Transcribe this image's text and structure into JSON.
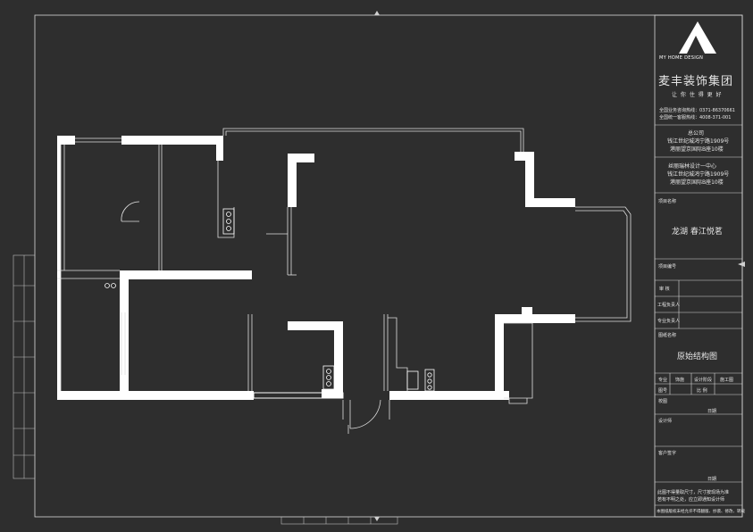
{
  "title_block": {
    "logo_text": "MY HOME DESIGN",
    "company": "麦丰装饰集团",
    "slogan": "让 你 住 得 更 好",
    "hotline1": "全国业务咨询热线：0371-86370661",
    "hotline2": "全国统一客服热线：4008-371-001",
    "hq_title": "总公司",
    "hq_addr1": "钱江世纪城鸿宁路1909号",
    "hq_addr2": "港丽望京国际B座10楼",
    "branch_title": "丝丽瑞林设计一中心",
    "branch_addr1": "钱江世纪城鸿宁路1909号",
    "branch_addr2": "港丽望京国际B座10楼",
    "project_name_label": "项目名称",
    "project_name": "龙湖  春江悦茗",
    "project_no_label": "项目编号",
    "review_label": "审  核",
    "engineer_label": "工程负责人",
    "specialist_label": "专业负责人",
    "drawing_name_label": "图纸名称",
    "drawing_name": "原始结构图",
    "row_major": "专业",
    "row_decor": "饰施",
    "row_stage": "设计阶段",
    "row_construct": "施工图",
    "row_drawno": "图号",
    "row_scale": "比 例",
    "checker": "校图",
    "date1": "日期",
    "designer": "设计师",
    "client_sign": "客户签字",
    "date2": "日期",
    "note1": "此图不得量取尺寸，尺寸按现场为准",
    "note2": "若有不明之处，应立即通知设计师",
    "note3": "本图纸版权未经允许不得翻版、抄袭、修改、转载"
  },
  "colors": {
    "background": "#2e2e2e",
    "wall": "#ffffff",
    "line": "#d8d8d8"
  }
}
